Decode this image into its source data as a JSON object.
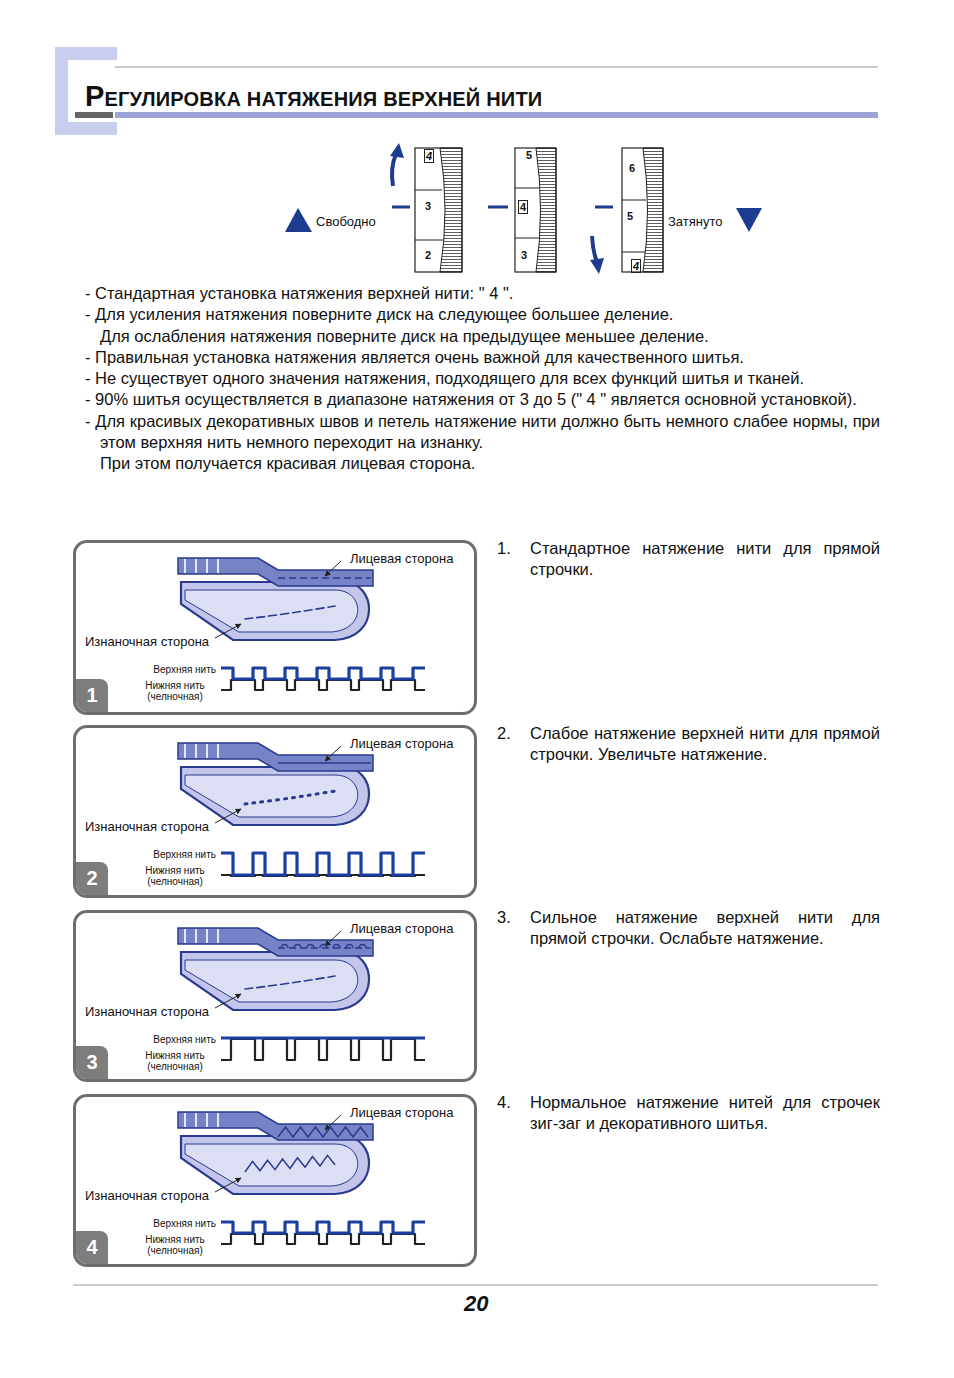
{
  "diagram": {
    "title": "РЕГУЛИРОВКА НАТЯЖЕНИЯ ВЕРХНЕЙ НИТИ",
    "nodes": [
      {
        "text": [
          "Лицевая сторона",
          "Изнаночная сторона",
          "Верхняя нить",
          "Нижняя нить (челночная)",
          "1"
        ]
      },
      {
        "text": [
          "Лицевая сторона",
          "Изнаночная сторона",
          "Верхняя нить",
          "Нижняя нить (челночная)",
          "2"
        ]
      },
      {
        "text": [
          "Лицевая сторона",
          "Изнаночная сторона",
          "Верхняя нить",
          "Нижняя нить (челночная)",
          "3"
        ]
      },
      {
        "text": [
          "Лицевая сторона",
          "Изнаночная сторона",
          "Верхняя нить",
          "Нижняя нить (челночная)",
          "4"
        ]
      }
    ],
    "labels": [
      "Свободно",
      "Затянуто",
      "4",
      "3",
      "2",
      "5",
      "4",
      "3",
      "6",
      "5",
      "4",
      "- Стандартная установка натяжения верхней нити: \" 4 \".",
      "- Для усиления натяжения поверните диск на следующее большее деление.",
      "Для ослабления натяжения поверните диск на предыдущее меньшее деление.",
      "- Правильная установка натяжения является очень важной для качественного шитья.",
      "- Не существует одного значения натяжения, подходящего для всех функций шитья и тканей.",
      "- 90% шитья осуществляется в диапазоне натяжения от 3 до 5 (\" 4 \" является основной установкой).",
      "- Для красивых декоративных швов и петель натяжение нити должно быть немного слабее нормы, при этом верхняя нить немного переходит на изнанку.",
      "При этом получается красивая лицевая сторона.",
      "1.",
      "Стандартное натяжение нити для прямой строчки.",
      "2.",
      "Слабое натяжение верхней нити для прямой строчки. Увеличьте натяжение.",
      "3.",
      "Сильное натяжение верхней нити для прямой строчки. Ослабьте натяжение.",
      "4.",
      "Нормальное натяжение нитей для строчек зиг-заг и декоративного шитья.",
      "20"
    ]
  }
}
